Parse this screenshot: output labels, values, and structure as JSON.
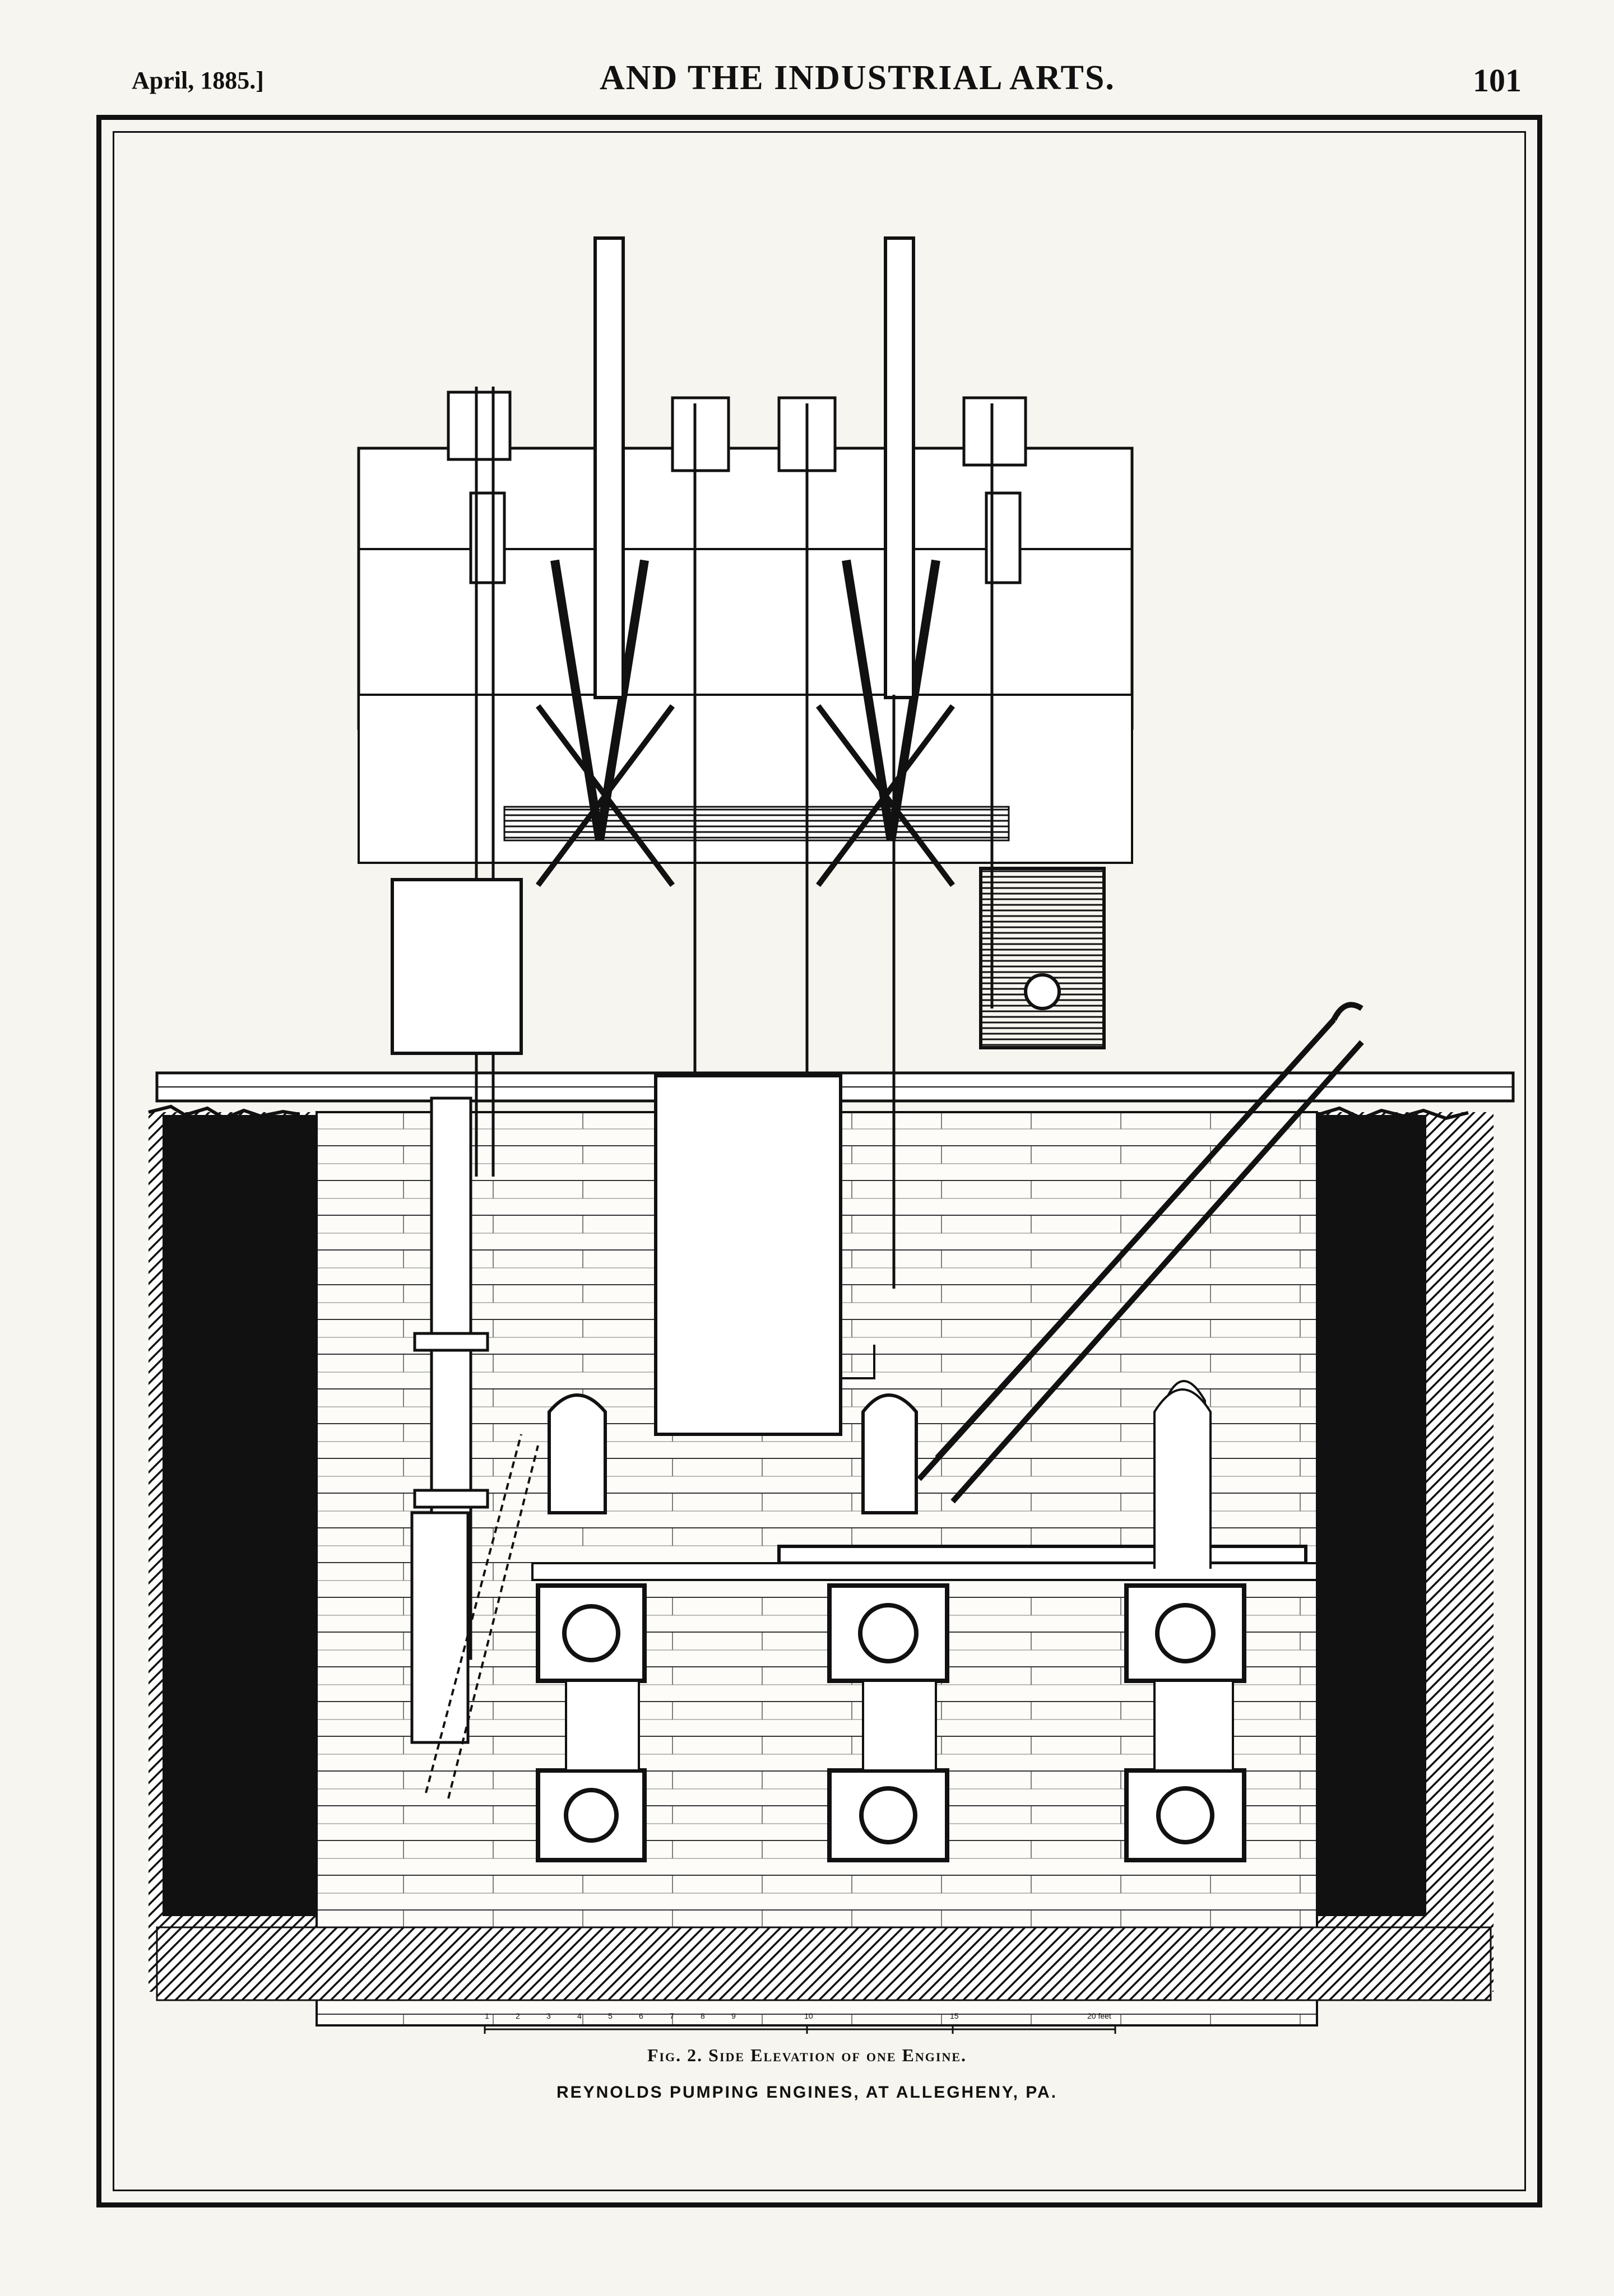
{
  "header": {
    "date": "April, 1885.]",
    "journal": "AND THE INDUSTRIAL ARTS.",
    "page_number": "101"
  },
  "figure": {
    "scale_labels": [
      "1",
      "2",
      "3",
      "4",
      "5",
      "6",
      "7",
      "8",
      "9",
      "10",
      "15",
      "20 feet"
    ],
    "caption": "Fig. 2. Side Elevation of one Engine.",
    "title": "REYNOLDS PUMPING ENGINES, AT ALLEGHENY, PA."
  },
  "colors": {
    "ink": "#111111",
    "paper": "#f7f5ef",
    "masonry_fill": "#fdfcf8"
  }
}
